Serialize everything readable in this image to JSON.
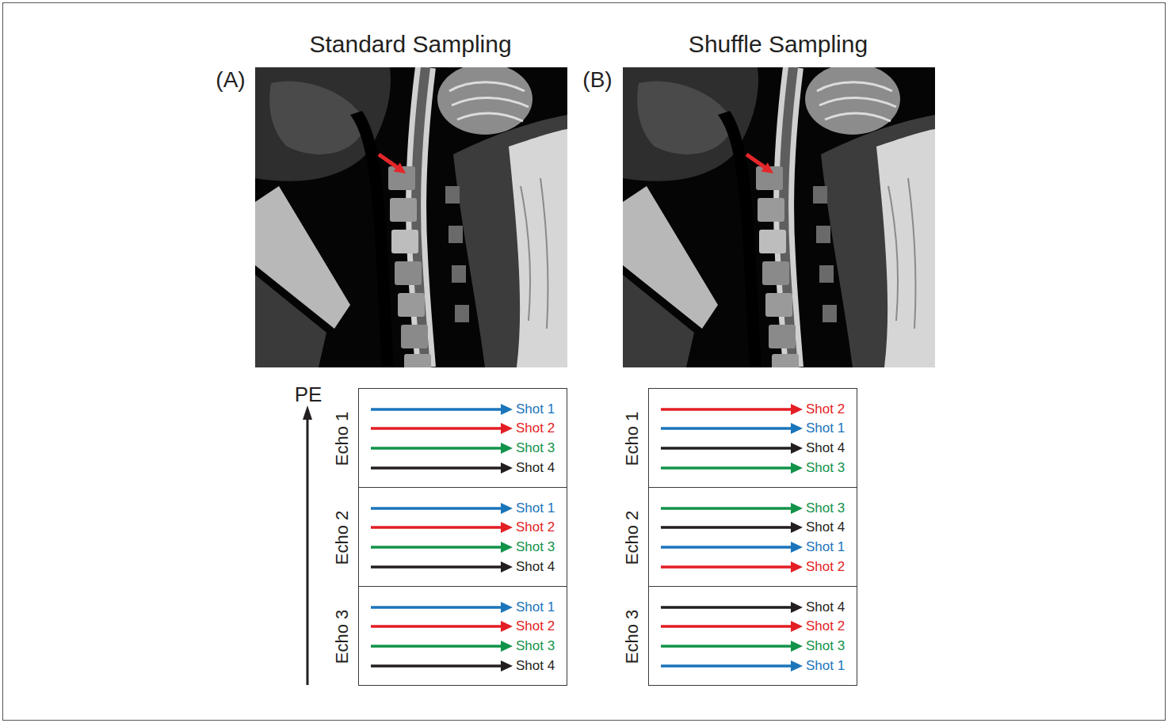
{
  "diagram": {
    "nodes": [
      {
        "text": [
          "Echo 1",
          "Shot 1",
          "Shot 2",
          "Shot 3",
          "Shot 4"
        ]
      },
      {
        "text": [
          "Echo 2",
          "Shot 1",
          "Shot 2",
          "Shot 3",
          "Shot 4"
        ]
      },
      {
        "text": [
          "Echo 3",
          "Shot 1",
          "Shot 2",
          "Shot 3",
          "Shot 4"
        ]
      },
      {
        "text": [
          "Echo 1",
          "Shot 2",
          "Shot 1",
          "Shot 4",
          "Shot 3"
        ]
      },
      {
        "text": [
          "Echo 2",
          "Shot 3",
          "Shot 4",
          "Shot 1",
          "Shot 2"
        ]
      },
      {
        "text": [
          "Echo 3",
          "Shot 4",
          "Shot 2",
          "Shot 3",
          "Shot 1"
        ]
      }
    ],
    "labels": [
      "Standard Sampling",
      "(A)",
      "Shuffle Sampling",
      "(B)",
      "PE"
    ]
  }
}
